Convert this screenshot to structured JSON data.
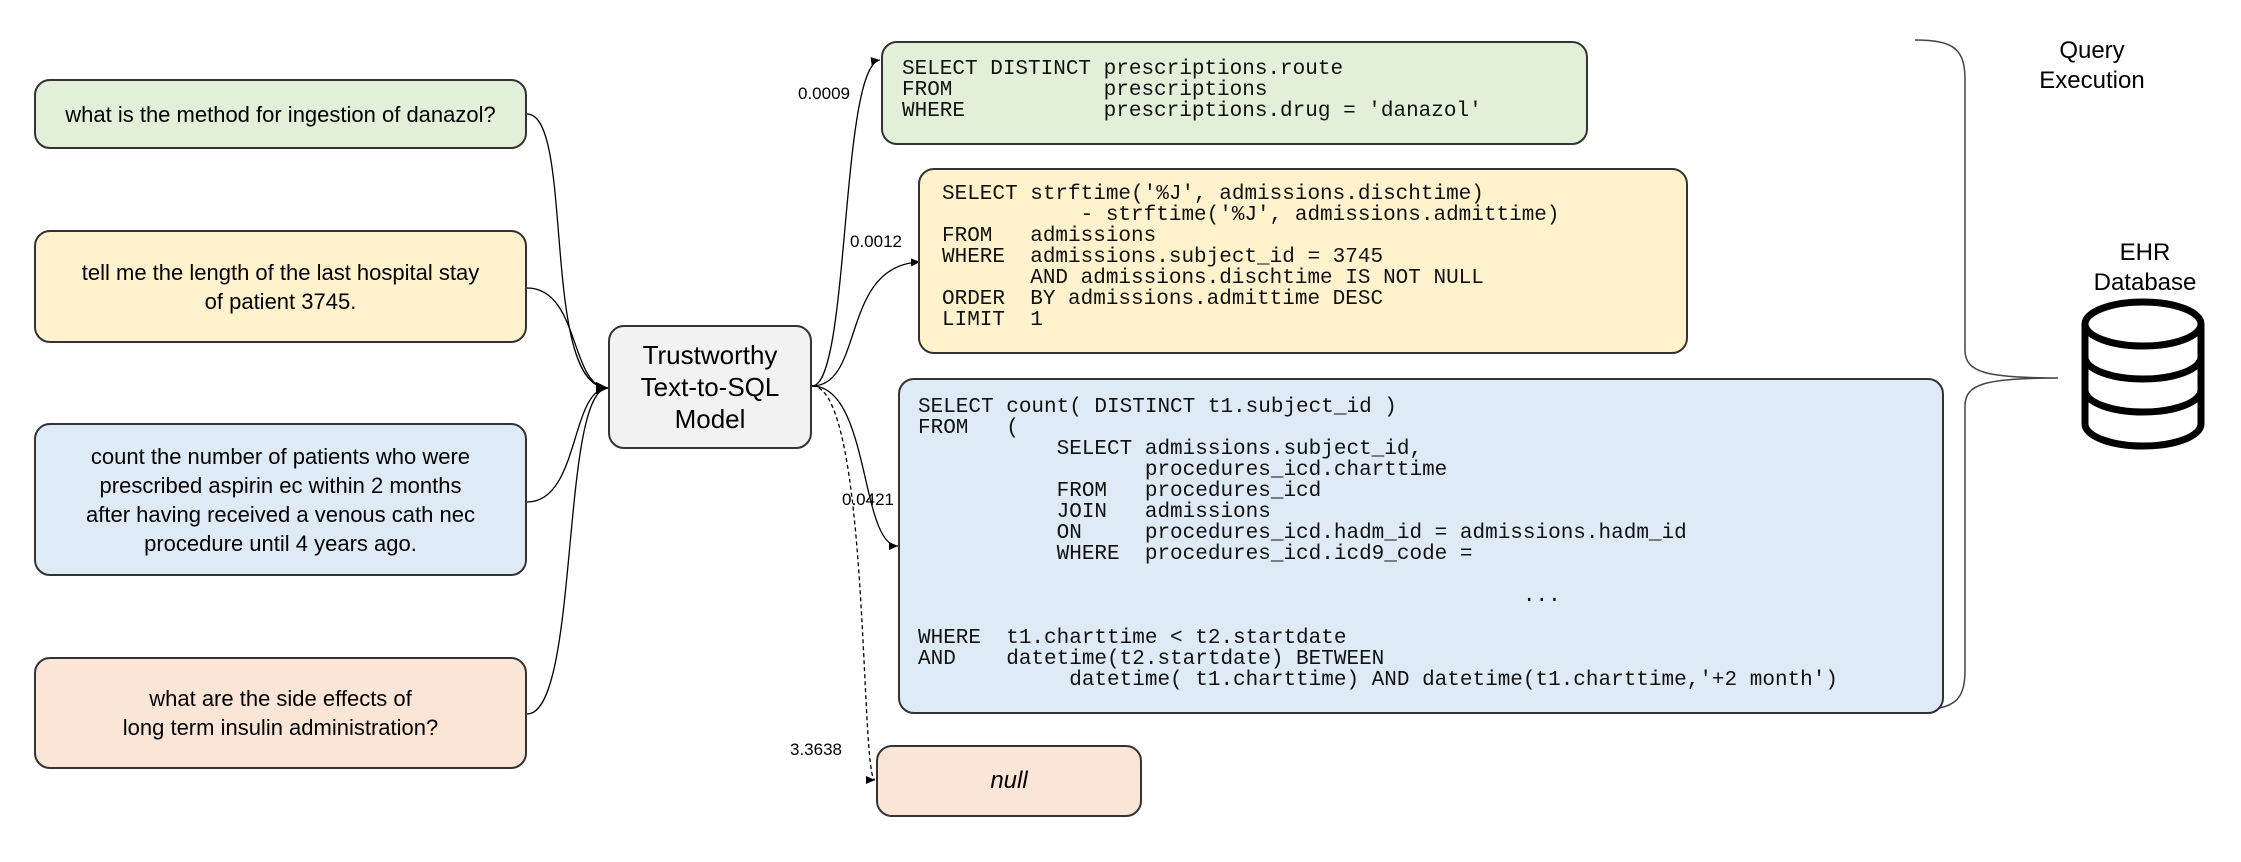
{
  "questions": [
    {
      "text": "what is the method for ingestion of danazol?"
    },
    {
      "text": "tell me the length of the last hospital stay\nof patient 3745."
    },
    {
      "text": "count the number of patients who were\nprescribed aspirin ec within 2 months\nafter having received a venous cath nec\nprocedure until 4 years ago."
    },
    {
      "text": "what are the side effects of\nlong term insulin administration?"
    }
  ],
  "model": {
    "label": "Trustworthy\nText-to-SQL\nModel"
  },
  "outputs": [
    {
      "score": "0.0009",
      "sql": "SELECT DISTINCT prescriptions.route\nFROM            prescriptions\nWHERE           prescriptions.drug = 'danazol'"
    },
    {
      "score": "0.0012",
      "sql": "SELECT strftime('%J', admissions.dischtime)\n           - strftime('%J', admissions.admittime)\nFROM   admissions\nWHERE  admissions.subject_id = 3745\n       AND admissions.dischtime IS NOT NULL\nORDER  BY admissions.admittime DESC\nLIMIT  1"
    },
    {
      "score": "0.0421",
      "sql": "SELECT count( DISTINCT t1.subject_id )\nFROM   (\n           SELECT admissions.subject_id,\n                  procedures_icd.charttime\n           FROM   procedures_icd\n           JOIN   admissions\n           ON     procedures_icd.hadm_id = admissions.hadm_id\n           WHERE  procedures_icd.icd9_code =\n\n                                                ...\n\nWHERE  t1.charttime < t2.startdate\nAND    datetime(t2.startdate) BETWEEN\n            datetime( t1.charttime) AND datetime(t1.charttime,'+2 month')"
    },
    {
      "score": "3.3638",
      "text": "null"
    }
  ],
  "query_execution": {
    "label": "Query\nExecution"
  },
  "database": {
    "label": "EHR\nDatabase",
    "icon": "database-icon"
  }
}
